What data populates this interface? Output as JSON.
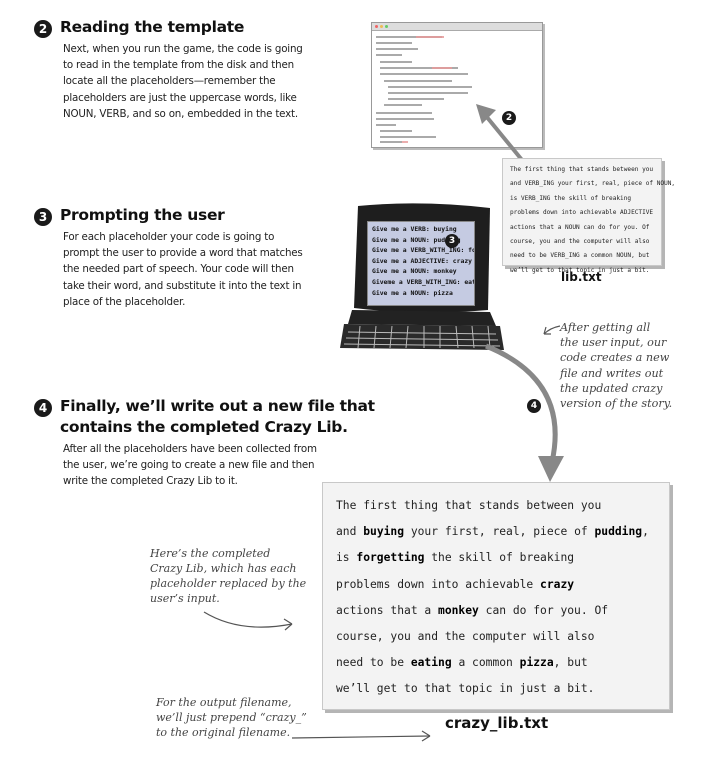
{
  "section2": {
    "number": "2",
    "title": "Reading the template",
    "lines": [
      "Next, when you run the game, the code is going",
      "to read in the template from the disk and then",
      "locate all the placeholders—remember the",
      "placeholders are just the uppercase words, like",
      "NOUN, VERB, and so on, embedded in the text."
    ]
  },
  "section3": {
    "number": "3",
    "title": "Prompting the user",
    "lines": [
      "For each placeholder your code is going to",
      "prompt the user to provide a word that matches",
      "the needed part of speech. Your code will then",
      "take their word, and substitute it into the text in",
      "place of the placeholder."
    ]
  },
  "section4": {
    "number": "4",
    "title_lines": [
      "Finally, we’ll write out a new file that",
      "contains the completed Crazy Lib."
    ],
    "lines": [
      "After all the placeholders have been collected from",
      "the user, we’re going to create a new file and then",
      "write the completed Crazy Lib to it."
    ]
  },
  "template_file": {
    "filename": "lib.txt",
    "lines": [
      "The first thing that stands between you",
      "and VERB_ING your first, real, piece of NOUN,",
      "is VERB_ING the skill of breaking",
      "problems down into achievable ADJECTIVE",
      "actions that a NOUN can do for you. Of",
      "course, you and the computer will also",
      "need to be VERB_ING a common NOUN, but",
      "we’ll get to that topic in just a bit."
    ]
  },
  "terminal": {
    "lines": [
      "Give me a VERB: buying",
      "Give me a NOUN: pudding",
      "Give me a VERB_WITH_ING: forgetting",
      "Give me a ADJECTIVE: crazy",
      "Give me a NOUN: monkey",
      "Giveme a VERB_WITH_ING: eating",
      "Give me a NOUN: pizza"
    ]
  },
  "output_file": {
    "filename": "crazy_lib.txt",
    "lines": [
      [
        "The first thing that stands between you"
      ],
      [
        "and ",
        "buying",
        " your first, real, piece of ",
        "pudding",
        ","
      ],
      [
        "is ",
        "forgetting",
        " the skill of breaking"
      ],
      [
        "problems down into achievable ",
        "crazy"
      ],
      [
        "actions that a ",
        "monkey",
        " can do for you. Of"
      ],
      [
        "course, you and the computer will also"
      ],
      [
        "need to be ",
        "eating",
        " a common ",
        "pizza",
        ", but"
      ],
      [
        "we’ll get to that topic in just a bit."
      ]
    ]
  },
  "annotations": {
    "after_input": [
      "After getting all",
      "the user input, our",
      "code creates a new",
      "file and writes out",
      "the updated crazy",
      "version of the story."
    ],
    "completed": [
      "Here’s the completed",
      "Crazy Lib, which has each",
      "placeholder replaced by the",
      "user’s input."
    ],
    "filename_note": [
      "For the output filename,",
      "we’ll just prepend “crazy_”",
      "to the original filename."
    ]
  },
  "markers": {
    "arrow2": "2",
    "arrow3": "3",
    "arrow4": "4"
  }
}
